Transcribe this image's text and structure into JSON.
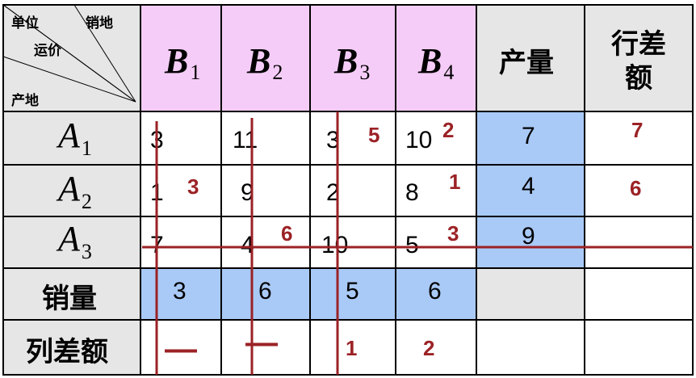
{
  "corner": {
    "top_left": "单位",
    "top_right": "销地",
    "middle": "运价",
    "bottom": "产地"
  },
  "columns": [
    {
      "letter": "B",
      "sub": "1"
    },
    {
      "letter": "B",
      "sub": "2"
    },
    {
      "letter": "B",
      "sub": "3"
    },
    {
      "letter": "B",
      "sub": "4"
    }
  ],
  "supply_header": "产量",
  "row_diff_header": "行差额",
  "rows": [
    {
      "letter": "A",
      "sub": "1",
      "costs": [
        "3",
        "11",
        "3",
        "10"
      ],
      "allocations": [
        "",
        "",
        "5",
        "2"
      ],
      "supply": "7",
      "row_diff": "7"
    },
    {
      "letter": "A",
      "sub": "2",
      "costs": [
        "1",
        "9",
        "2",
        "8"
      ],
      "allocations": [
        "3",
        "",
        "",
        "1"
      ],
      "supply": "4",
      "row_diff": "6"
    },
    {
      "letter": "A",
      "sub": "3",
      "costs": [
        "7",
        "4",
        "10",
        "5"
      ],
      "allocations": [
        "",
        "6",
        "",
        "3"
      ],
      "supply": "9",
      "row_diff": ""
    }
  ],
  "demand_label": "销量",
  "demand": [
    "3",
    "6",
    "5",
    "6"
  ],
  "col_diff_label": "列差额",
  "col_diff": [
    "—",
    "—",
    "1",
    "2"
  ],
  "colors": {
    "header_pink": "#f5ccf7",
    "gray": "#e6e6e6",
    "blue": "#a9caf7",
    "red": "#9b2226",
    "grid": "#000000"
  }
}
